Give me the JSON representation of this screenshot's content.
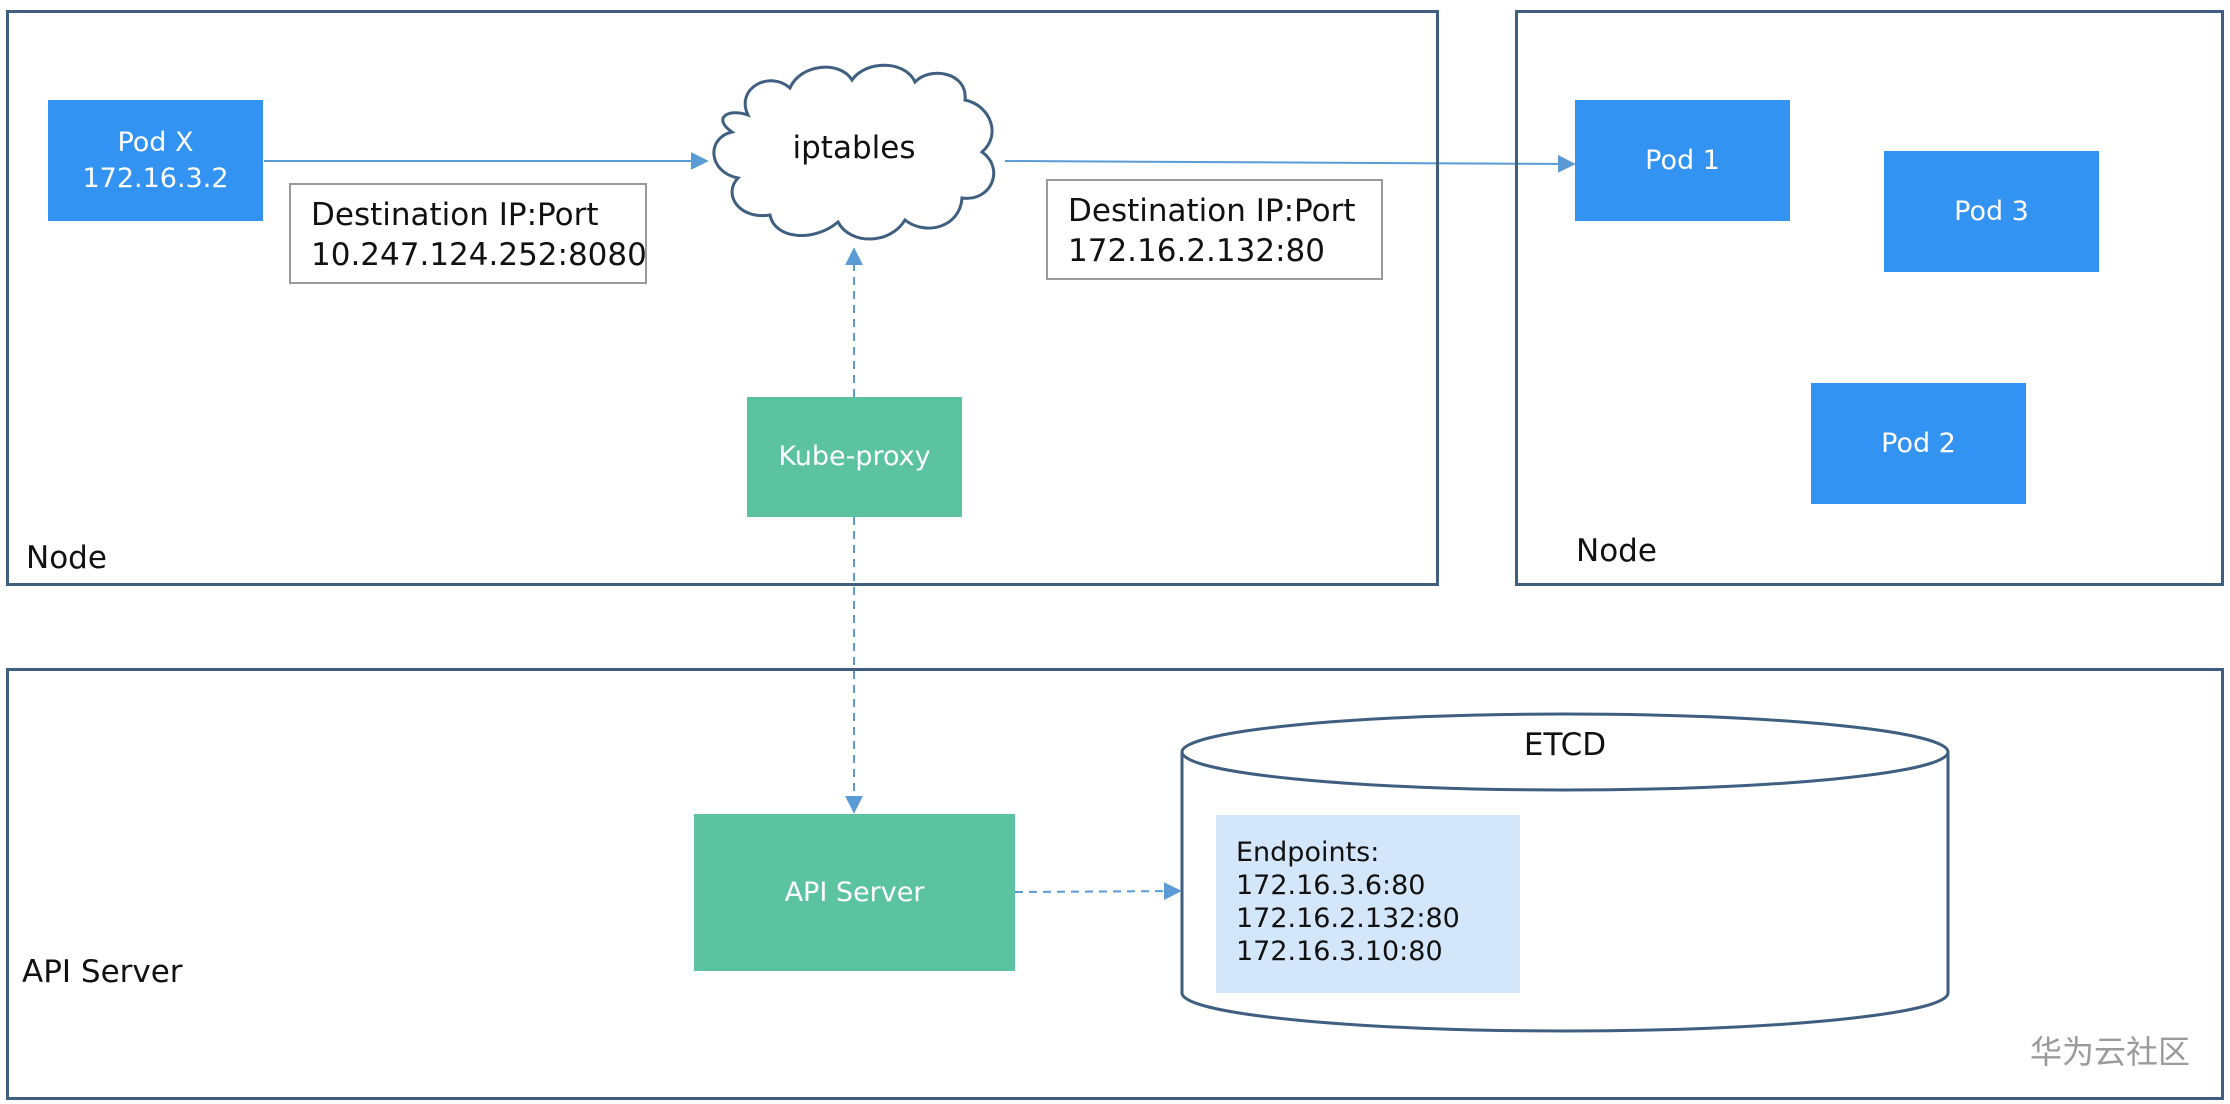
{
  "regions": {
    "left_node_label": "Node",
    "right_node_label": "Node",
    "api_region_label": "API Server"
  },
  "pods": {
    "pod_x": {
      "name": "Pod X",
      "ip": "172.16.3.2"
    },
    "pod_1": "Pod 1",
    "pod_2": "Pod 2",
    "pod_3": "Pod 3"
  },
  "iptables_label": "iptables",
  "kube_proxy_label": "Kube-proxy",
  "api_server_label": "API Server",
  "etcd_label": "ETCD",
  "dest_left": {
    "title": "Destination IP:Port",
    "value": "10.247.124.252:8080"
  },
  "dest_right": {
    "title": "Destination IP:Port",
    "value": "172.16.2.132:80"
  },
  "endpoints": {
    "title": "Endpoints:",
    "items": [
      "172.16.3.6:80",
      "172.16.2.132:80",
      "172.16.3.10:80"
    ]
  },
  "watermark": "华为云社区",
  "colors": {
    "border": "#3f5f80",
    "pod": "#3393f2",
    "green": "#5bc39f",
    "endpoints_bg": "#d3e6fa",
    "arrow": "#5b9bd5"
  }
}
